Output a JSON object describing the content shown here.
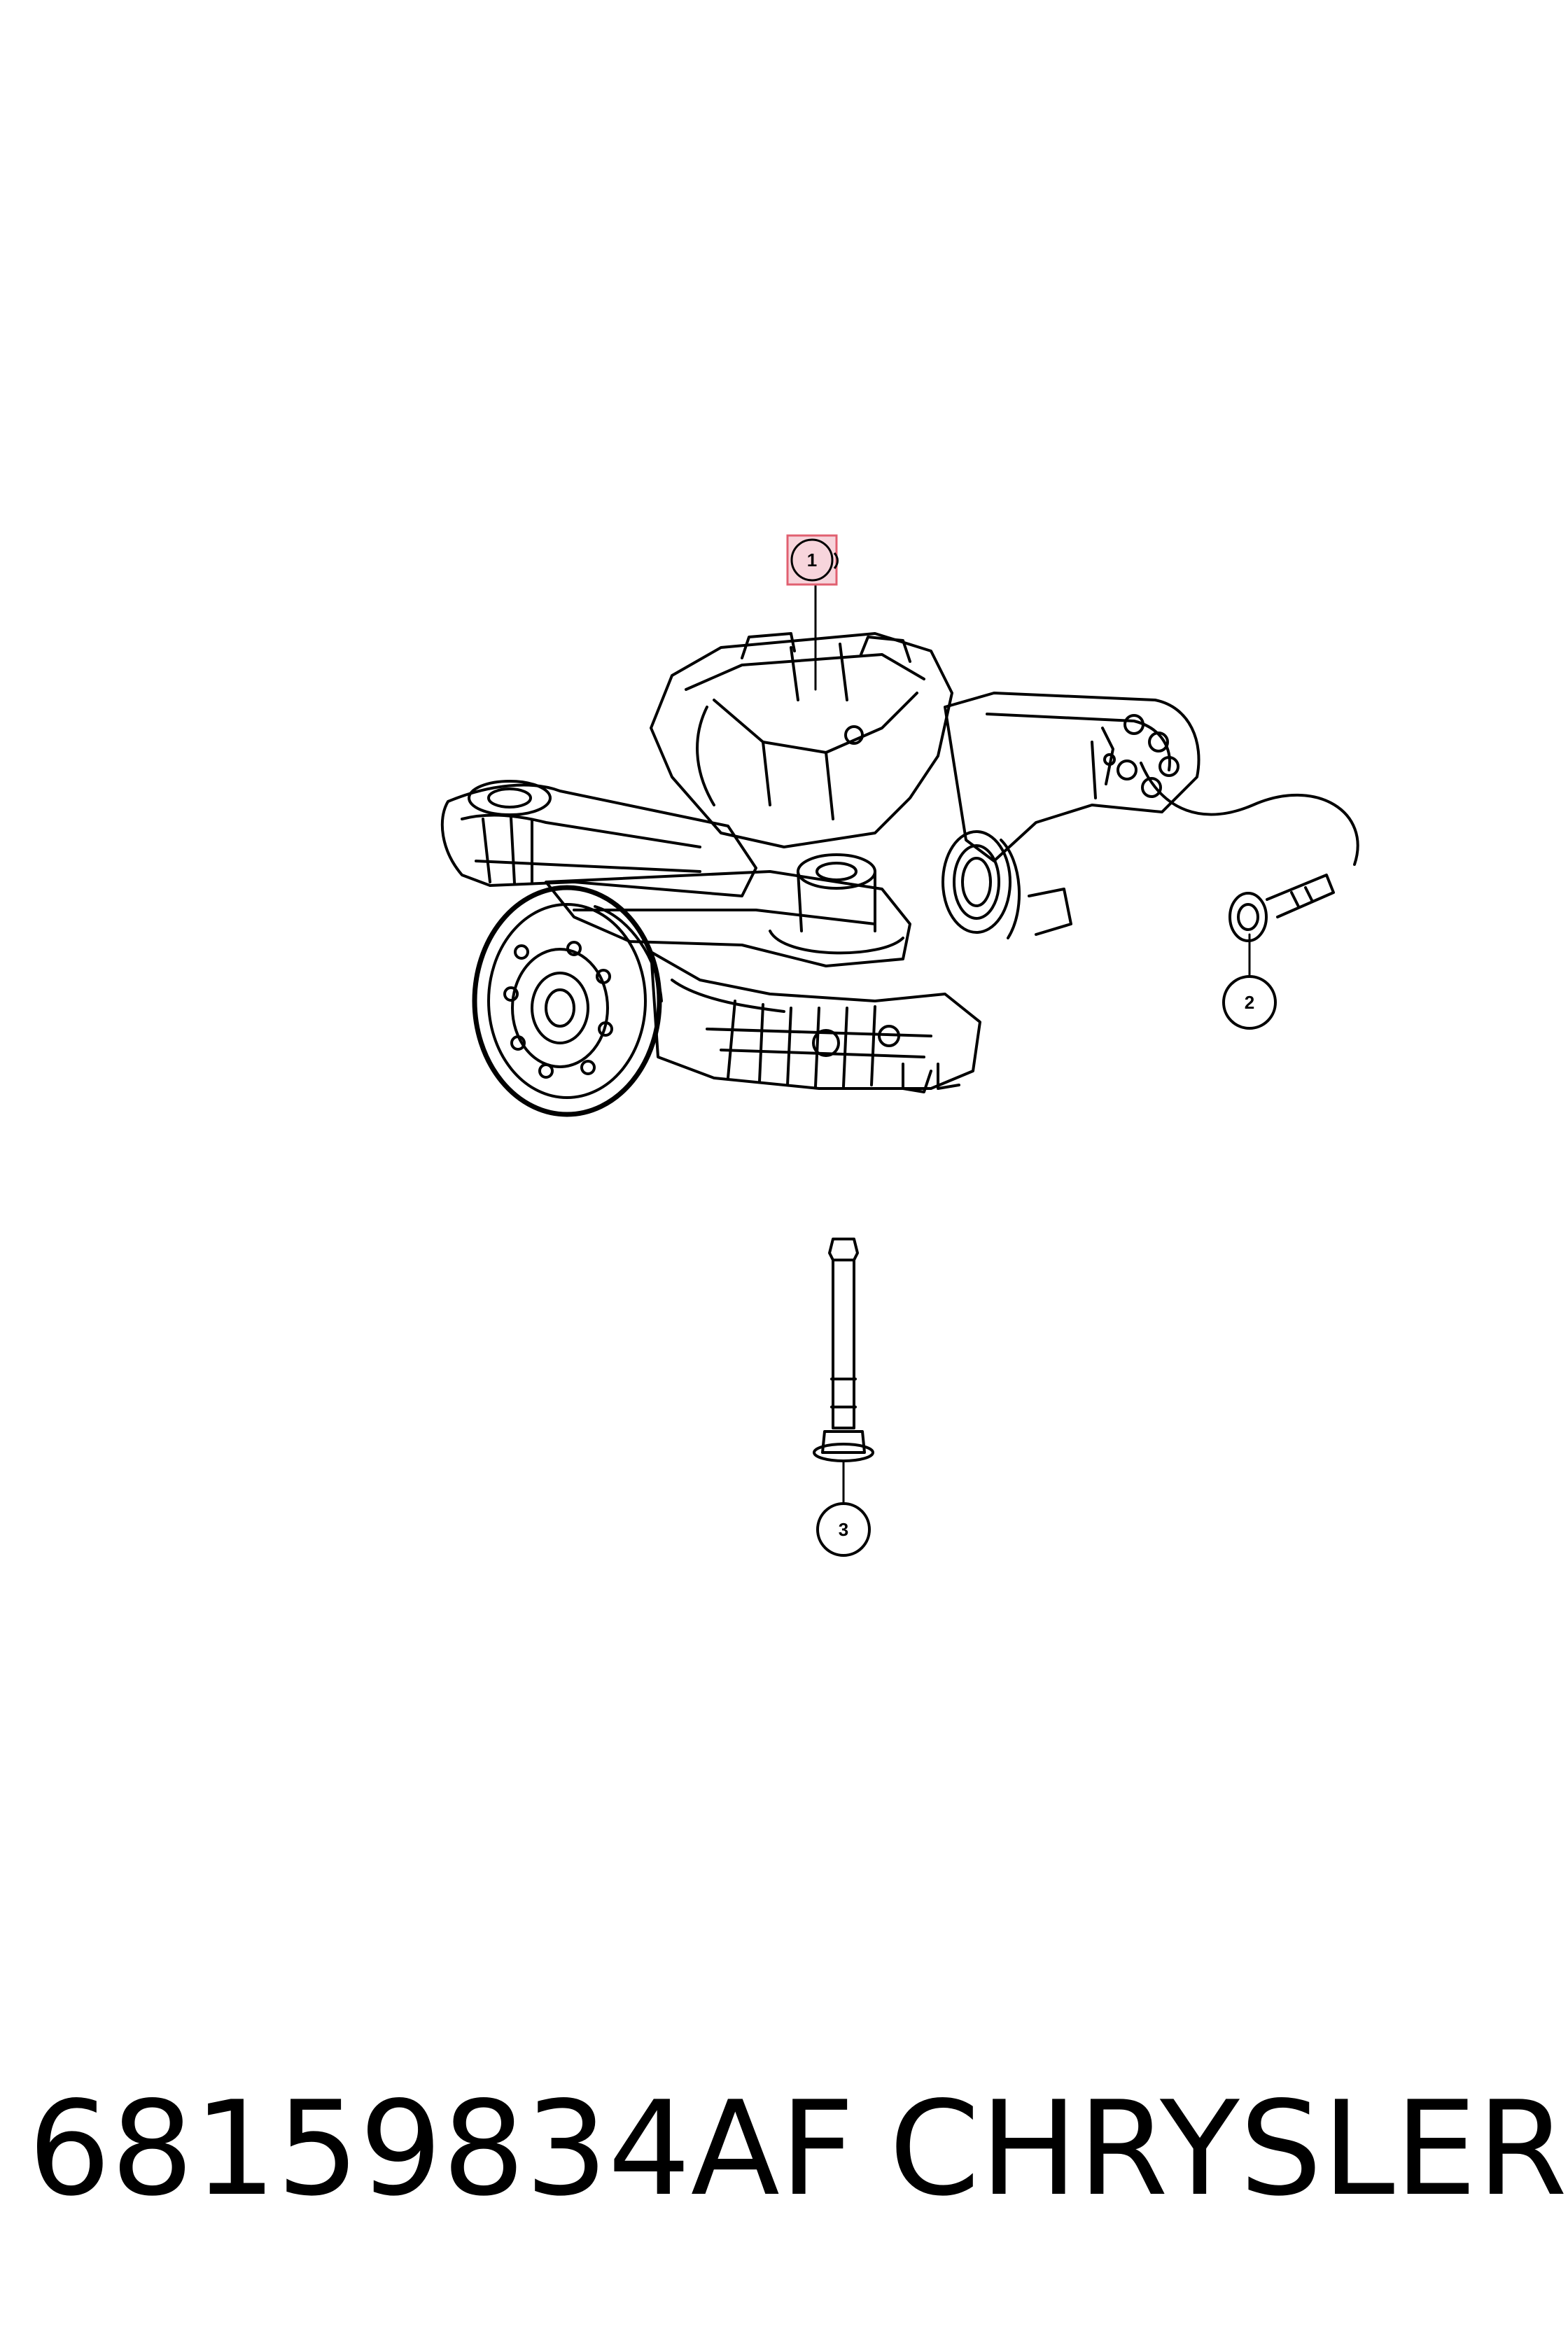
{
  "diagram": {
    "callouts": [
      {
        "id": "1",
        "label": "1",
        "highlighted": true
      },
      {
        "id": "2",
        "label": "2",
        "highlighted": false
      },
      {
        "id": "3",
        "label": "3",
        "highlighted": false
      }
    ],
    "highlight_color": "#e06070",
    "highlight_fill": "#f7d5dc",
    "line_color": "#000000"
  },
  "footer": {
    "part_number": "68159834AF",
    "brand": "CHRYSLER"
  }
}
